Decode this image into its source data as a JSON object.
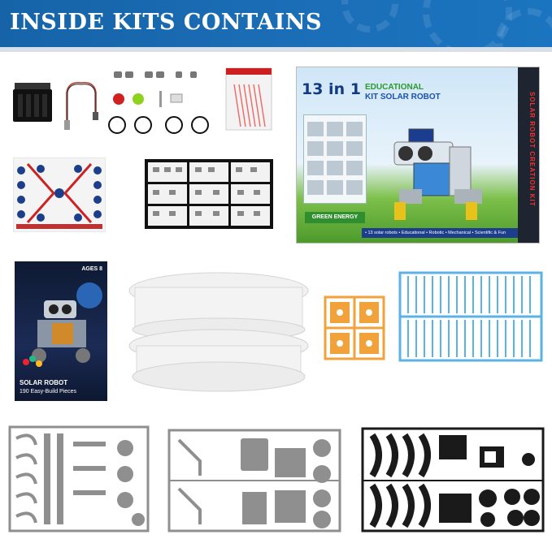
{
  "banner": {
    "title": "INSIDE KITS CONTAINS"
  },
  "box": {
    "title": "13 in 1",
    "subtitle_line1": "EDUCATIONAL",
    "subtitle_line2": "KIT SOLAR ROBOT",
    "badge": "GREEN ENERGY",
    "side_text": "SOLAR ROBOT CREATION KIT",
    "feature_strip": "• 13 solar robots • Educational • Robotic • Mechanical • Scientific & Fun"
  },
  "manual": {
    "ages": "AGES 8",
    "name": "SOLAR ROBOT",
    "pieces": "190 Easy-Build Pieces"
  },
  "colors": {
    "banner_blue": "#1b6fb8",
    "frame_blue": "#5bb3e4",
    "frame_orange": "#f2a23a",
    "frame_gray": "#8f8f8f",
    "frame_black": "#1a1a1a",
    "manual_navy": "#14244a"
  }
}
